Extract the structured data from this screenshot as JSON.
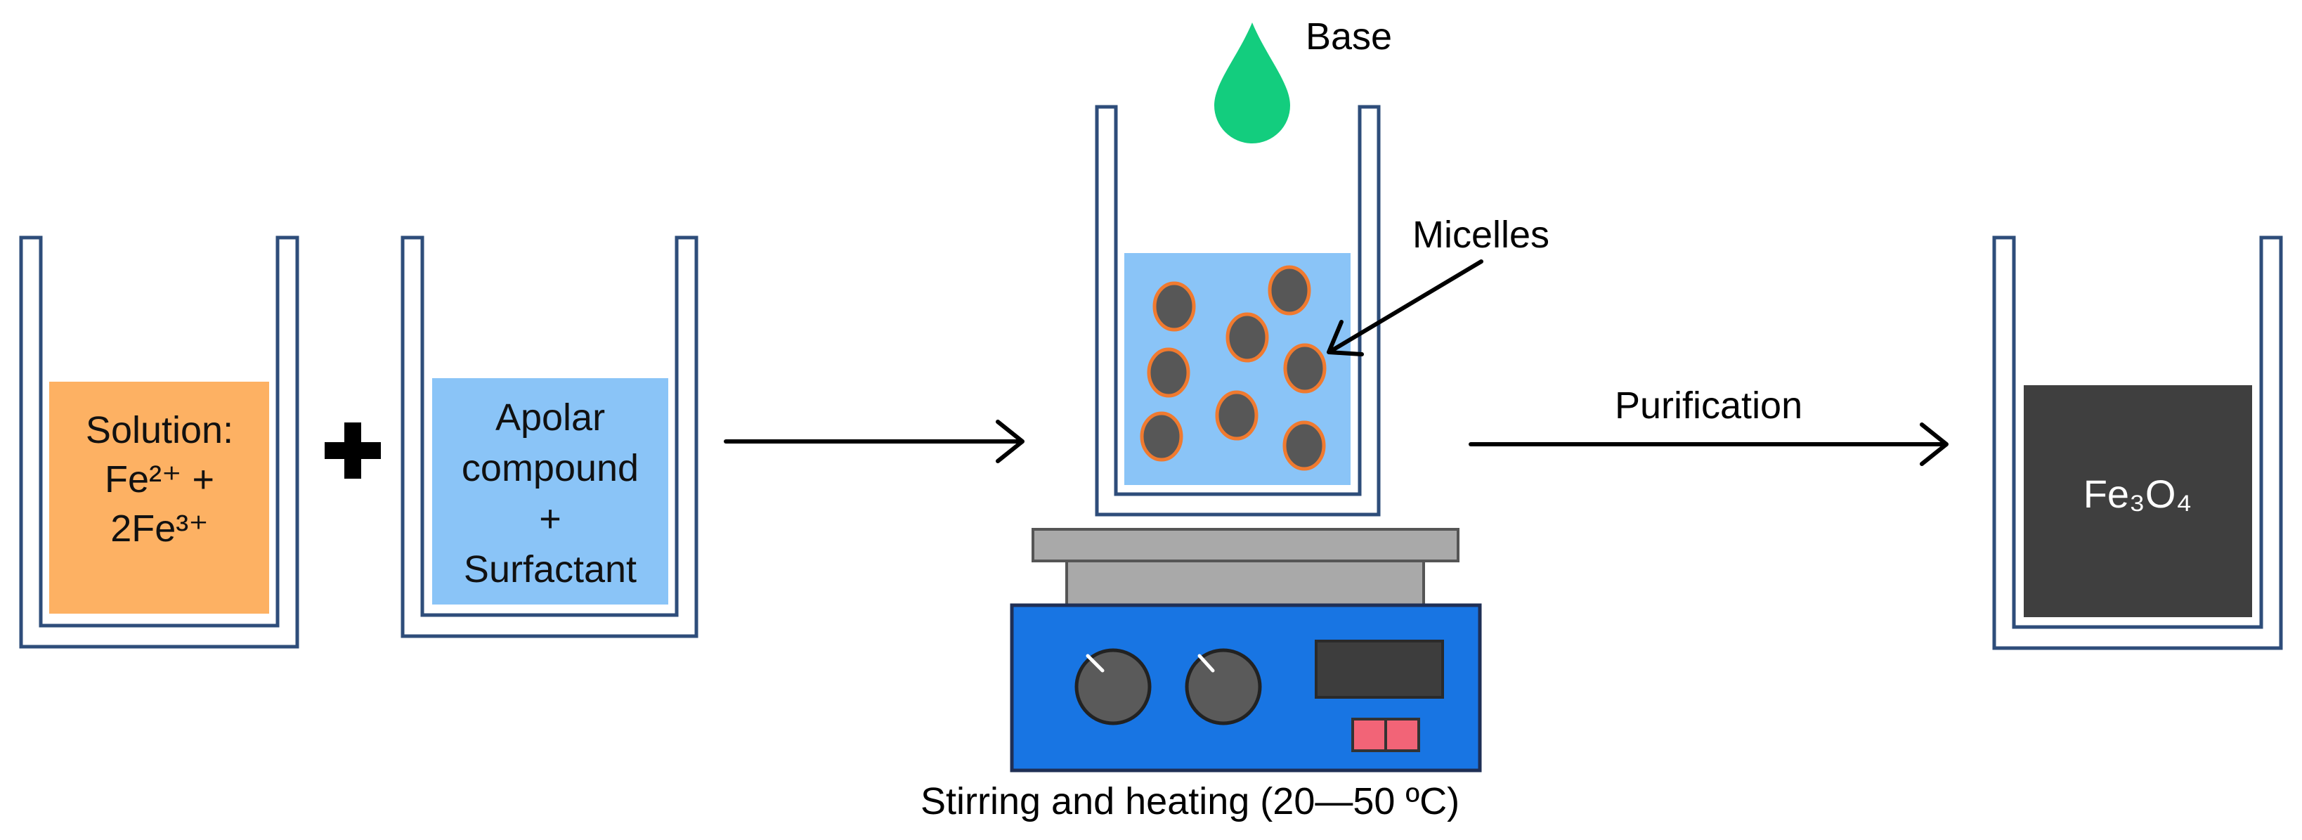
{
  "beaker1": {
    "line1": "Solution:",
    "line2": "Fe²⁺ +",
    "line3": "2Fe³⁺",
    "liquid_color": "#fdb163"
  },
  "plus_sign": "+",
  "beaker2": {
    "line1": "Apolar",
    "line2": "compound",
    "line3": "+",
    "line4": "Surfactant",
    "liquid_color": "#8ac4f7"
  },
  "reaction": {
    "base_label": "Base",
    "base_drop_color": "#13cd7e",
    "micelles_label": "Micelles",
    "micelle_fill": "#575757",
    "micelle_outline": "#f07a2f",
    "liquid_color": "#8ac4f7",
    "stirring_label": "Stirring and heating (20—50 ºC)"
  },
  "hotplate": {
    "body_color": "#1875e3",
    "display_color": "#3d3d3d",
    "button_color": "#f26477",
    "plate_color": "#a9a9a9"
  },
  "purification_label": "Purification",
  "product": {
    "label": "Fe₃O₄",
    "liquid_color": "#3f3f3f"
  }
}
